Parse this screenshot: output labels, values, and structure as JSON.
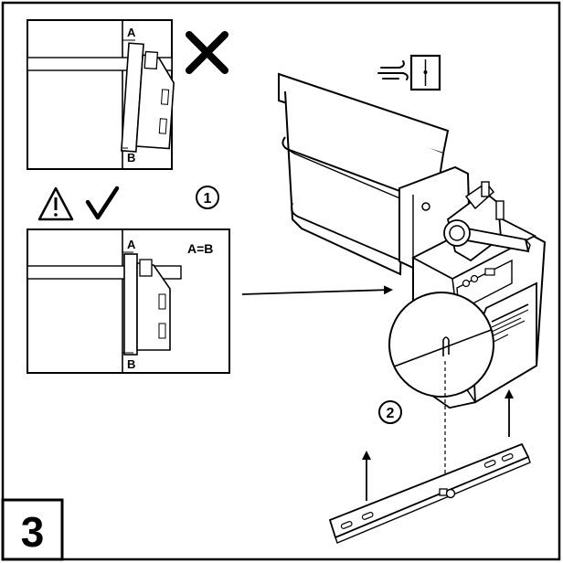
{
  "step": {
    "number": "3"
  },
  "panels": {
    "wrong": {
      "label_a": "A",
      "label_b": "B"
    },
    "correct": {
      "label_a": "A",
      "label_b": "B",
      "equation": "A=B"
    }
  },
  "callouts": {
    "first": "1",
    "second": "2"
  },
  "icons": {
    "wrong": "cross-icon",
    "correct": "check-icon",
    "warning": "warning-triangle-icon",
    "airflow": "airflow-damper-icon"
  },
  "colors": {
    "stroke": "#000000",
    "background": "#ffffff",
    "fill_light": "#f2f2f2"
  }
}
